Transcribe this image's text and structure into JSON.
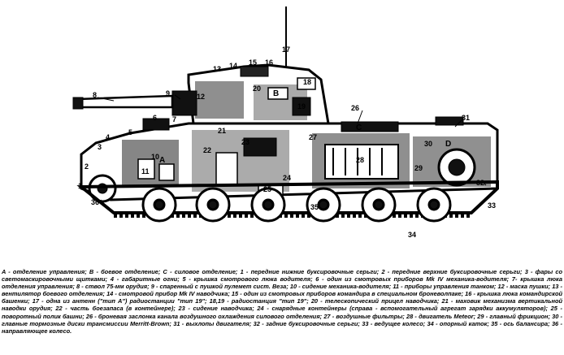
{
  "zones": [
    "A",
    "B",
    "C",
    "D"
  ],
  "callouts": [
    "1",
    "2",
    "3",
    "4",
    "5",
    "6",
    "7",
    "8",
    "9",
    "10",
    "11",
    "12",
    "13",
    "14",
    "15",
    "16",
    "17",
    "18",
    "19",
    "20",
    "21",
    "22",
    "23",
    "24",
    "25",
    "26",
    "27",
    "28",
    "29",
    "30",
    "31",
    "32",
    "33",
    "34",
    "35",
    "36"
  ],
  "caption": "A - отделение управления; B - боевое отделение; C - силовое отделение; 1 - передние нижние буксировочные серьги; 2 - передние верхние буксировочные серьги; 3 - фары со светомаскировочными щитками; 4 - габаритные огни; 5 - крышка смотрового люка водителя; 6 - один из смотровых приборов Mk IV механика-водителя; 7- крышка люка отделения управления; 8 - ствол 75-мм орудия; 9 - спаренный с пушкой пулемет сист. Beза; 10 - сидение механика-водителя; 11 - приборы управления танком; 12 - маска пушки; 13 - вентилятор боевого отделения; 14 - смотровой прибор Mk IV наводчика; 15 - один из смотровых приборов командира в специальном броневолпаке; 16 - крышка люка командирской башенки; 17 - одна из антенн (\"тип А\") радиостанции \"тип 19\"; 18,19 - радиостанция \"тип 19\"; 20 - телескопический прицел наводчика; 21 - маховик механизма вертикальной наводки орудия; 22 - часть боезапаса (в контейнере); 23 - сидение наводчика; 24 - снарядные контейнеры (справа - вспомогательный агрегат зарядки аккумуляторов); 25 - поворотный полик башни; 26 - броневая заслонка канала воздушного охлаждения силового отделения; 27 - воздушные фильтры; 28 - двигатель Meteor; 29 - главный фрикцион; 30 - главные тормозные диски трансмиссии Merritt-Brown; 31 - выхлопы двигателя; 32 - задние буксировочные серьги; 33 - ведущее колесо; 34 - опорный каток; 35 - ось балансира; 36 - направляющее колесо."
}
